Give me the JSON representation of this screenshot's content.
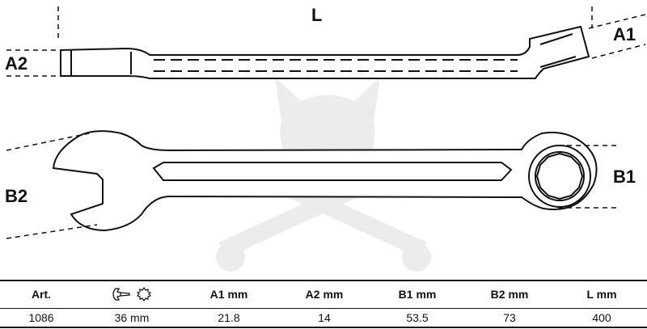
{
  "dimensions": {
    "L": "L",
    "A1": "A1",
    "A2": "A2",
    "B1": "B1",
    "B2": "B2"
  },
  "icons": {
    "watermark": "panther-head-crossed-wrenches-watermark",
    "open_end": "open-end-wrench-icon",
    "ring_end": "twelve-point-ring-icon"
  },
  "table": {
    "headers": {
      "art": "Art.",
      "a1": "A1  mm",
      "a2": "A2  mm",
      "b1": "B1  mm",
      "b2": "B2  mm",
      "l": "L  mm"
    },
    "row": {
      "art": "1086",
      "size": "36 mm",
      "a1": "21.8",
      "a2": "14",
      "b1": "53.5",
      "b2": "73",
      "l": "400"
    }
  }
}
